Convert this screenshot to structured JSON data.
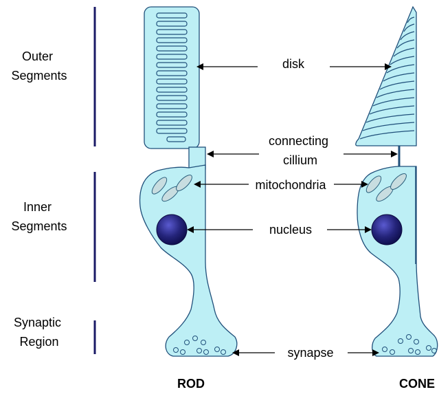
{
  "regions": {
    "outer": [
      "Outer",
      "Segments"
    ],
    "inner": [
      "Inner",
      "Segments"
    ],
    "synaptic": [
      "Synaptic",
      "Region"
    ]
  },
  "labels": {
    "disk": "disk",
    "connecting_1": "connecting",
    "connecting_2": "cillium",
    "mitochondria": "mitochondria",
    "nucleus": "nucleus",
    "synapse": "synapse"
  },
  "cells": {
    "rod": "ROD",
    "cone": "CONE"
  },
  "colors": {
    "cytoplasm": "#bdeff5",
    "outline": "#1f4f7a",
    "nucleus": "#24247a",
    "mitochondria": "#c8dde0",
    "region_bar": "#1a1a66"
  }
}
